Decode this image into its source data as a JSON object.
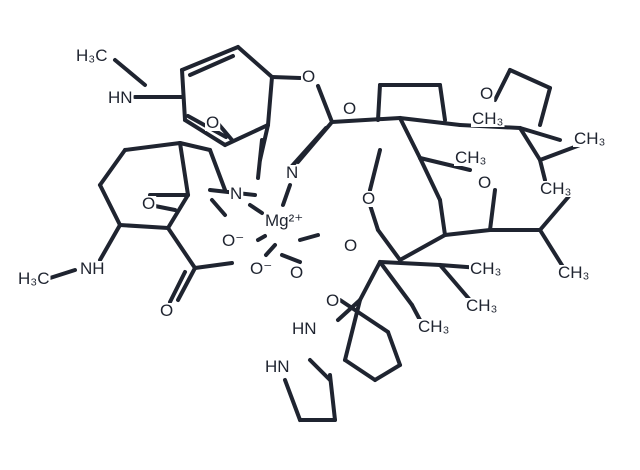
{
  "diagram": {
    "type": "chemical-structure",
    "bond_color": "#1f2430",
    "labels": [
      {
        "id": "h3c-top",
        "text": "H₃C"
      },
      {
        "id": "hn-top",
        "text": "HN"
      },
      {
        "id": "o-ring-top",
        "text": "O"
      },
      {
        "id": "o-top-2",
        "text": "O"
      },
      {
        "id": "o-carbonyl-left",
        "text": "O"
      },
      {
        "id": "n-1",
        "text": "N"
      },
      {
        "id": "n-2",
        "text": "N"
      },
      {
        "id": "o-carbonyl-2",
        "text": "O"
      },
      {
        "id": "mg",
        "text": "Mg²⁺"
      },
      {
        "id": "o-minus-1",
        "text": "O⁻"
      },
      {
        "id": "o-minus-2",
        "text": "O⁻"
      },
      {
        "id": "ch3-1",
        "text": "CH₃"
      },
      {
        "id": "o-right-top",
        "text": "O"
      },
      {
        "id": "ch3-2",
        "text": "CH₃"
      },
      {
        "id": "ch3-3",
        "text": "CH₃"
      },
      {
        "id": "o-right-mid",
        "text": "O"
      },
      {
        "id": "ch3-4",
        "text": "CH₃"
      },
      {
        "id": "o-pyran",
        "text": "O"
      },
      {
        "id": "o-ketone",
        "text": "O"
      },
      {
        "id": "o-mid",
        "text": "O"
      },
      {
        "id": "h3c-left",
        "text": "H₃C"
      },
      {
        "id": "nh-left",
        "text": "NH"
      },
      {
        "id": "o-carboxyl",
        "text": "O"
      },
      {
        "id": "o-amide",
        "text": "O"
      },
      {
        "id": "hn-amide",
        "text": "HN"
      },
      {
        "id": "ch3-5",
        "text": "CH₃"
      },
      {
        "id": "ch3-6",
        "text": "CH₃"
      },
      {
        "id": "ch3-7",
        "text": "CH₃"
      },
      {
        "id": "ch3-8",
        "text": "CH₃"
      },
      {
        "id": "hn-pyrrole",
        "text": "HN"
      }
    ]
  }
}
